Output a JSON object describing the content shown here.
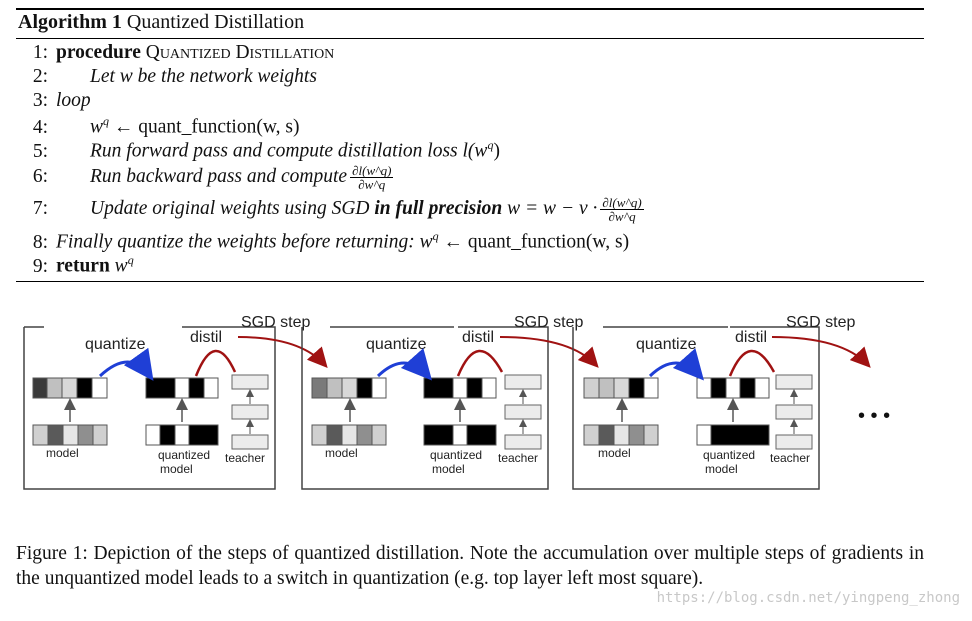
{
  "algorithm": {
    "label": "Algorithm 1",
    "name": "Quantized Distillation",
    "lines": {
      "l1": {
        "num": "1:",
        "kw": "procedure",
        "text": "Quantized Distillation"
      },
      "l2": {
        "num": "2:",
        "text": "Let w be the network weights"
      },
      "l3": {
        "num": "3:",
        "text": "loop"
      },
      "l4": {
        "num": "4:",
        "lhs": "w",
        "sup": "q",
        "arrow": "←",
        "rhs": "quant_function(w, s)"
      },
      "l5": {
        "num": "5:",
        "text": "Run forward pass and compute distillation loss",
        "expr": "l(w",
        "sup": "q",
        "close": ")"
      },
      "l6": {
        "num": "6:",
        "text": "Run backward pass and compute",
        "frac_num": "∂l(w^q)",
        "frac_den": "∂w^q"
      },
      "l7": {
        "num": "7:",
        "text": "Update original weights using SGD",
        "bold": "in full precision",
        "eq": "w = w − ν ·",
        "frac_num": "∂l(w^q)",
        "frac_den": "∂w^q"
      },
      "l8": {
        "num": "8:",
        "text": "Finally quantize the weights before returning:",
        "lhs": "w",
        "sup": "q",
        "arrow": "←",
        "rhs": "quant_function(w, s)"
      },
      "l9": {
        "num": "9:",
        "kw": "return",
        "lhs": "w",
        "sup": "q"
      }
    }
  },
  "figure": {
    "labels": {
      "quantize": "quantize",
      "distil": "distil",
      "sgd_step": "SGD step",
      "model": "model",
      "quantized": "quantized",
      "model_word": "model",
      "teacher": "teacher",
      "ellipsis": "• • •"
    },
    "colors": {
      "quantize_arrow": "#1f3fd6",
      "distil_arrow": "#a01212",
      "box_border": "#444444",
      "teacher_block": "#ececec"
    }
  },
  "caption": {
    "text": "Figure 1: Depiction of the steps of quantized distillation. Note the accumulation over multiple steps of gradients in the unquantized model leads to a switch in quantization (e.g. top layer left most square)."
  },
  "watermark": "https://blog.csdn.net/yingpeng_zhong"
}
